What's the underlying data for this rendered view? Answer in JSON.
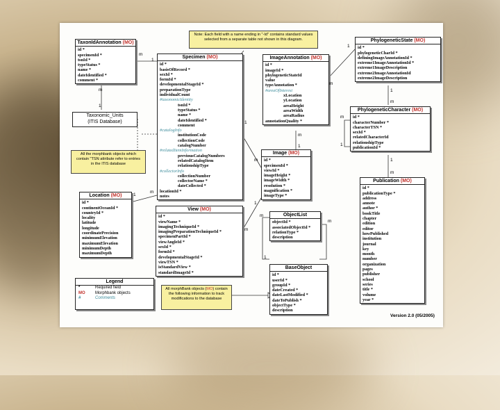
{
  "note_top": "Note: Each field with a name ending in \"-Id\" contains standard values selected from a separate table not shown in this diagram.",
  "note_left": "All the morphbank objects which contain \"TSN attribute refer to entries in the ITIS database",
  "note_bottom_pre": "All morphBank objects (",
  "note_bottom_mo": "MO",
  "note_bottom_post": ") contain the following information to track modifications to the database",
  "version": "Version 2.0 (05/2005)",
  "legend": {
    "title": "Legend",
    "items": [
      {
        "key": "*",
        "label": "Required field"
      },
      {
        "key": "MO",
        "label": "Morphbank objects"
      },
      {
        "key": "#",
        "label": "Comments"
      }
    ]
  },
  "itis": {
    "line1": "Taxonomic_Units",
    "line2": "(ITIS Database)"
  },
  "entities": {
    "taxonid": {
      "name": "TaxonIdAnnotation",
      "mo": "(MO)",
      "rows": [
        "id *",
        "specimenId *",
        "tsnId *",
        "typeStatus *",
        "name *",
        "dateIdentified *",
        "comment *"
      ]
    },
    "specimen": {
      "name": "Specimen",
      "mo": "(MO)",
      "rows": [
        {
          "t": "id *"
        },
        {
          "t": "basisOfRecord *"
        },
        {
          "t": "sexId *"
        },
        {
          "t": "formId *"
        },
        {
          "t": "developmentalStageId *"
        },
        {
          "t": "preparationType"
        },
        {
          "t": "individualCount"
        },
        {
          "t": "#taxonomicIdentity",
          "c": 1
        },
        {
          "t": "tsnId *",
          "i": 1
        },
        {
          "t": "typeStatus *",
          "i": 1
        },
        {
          "t": "name *",
          "i": 1
        },
        {
          "t": "dateIdentified *",
          "i": 1
        },
        {
          "t": "comment",
          "i": 1
        },
        {
          "t": "#catalogInfo",
          "c": 1
        },
        {
          "t": "institutionCode",
          "i": 1
        },
        {
          "t": "collectionCode",
          "i": 1
        },
        {
          "t": "catalogNumber",
          "i": 1
        },
        {
          "t": "#relatedItemInformation",
          "c": 1
        },
        {
          "t": "previousCatalogNumbers",
          "i": 1
        },
        {
          "t": "relatedCatalogItem",
          "i": 1
        },
        {
          "t": "relationshipType",
          "i": 1
        },
        {
          "t": "#collectorInfo",
          "c": 1
        },
        {
          "t": "collectionNumber",
          "i": 1
        },
        {
          "t": "collectorName *",
          "i": 1
        },
        {
          "t": "dateCollected *",
          "i": 1
        },
        {
          "t": "locationId *"
        },
        {
          "t": "notes"
        }
      ]
    },
    "imgann": {
      "name": "ImageAnnotation",
      "mo": "(MO)",
      "rows": [
        {
          "t": "id *"
        },
        {
          "t": "imageId *"
        },
        {
          "t": "phylogeneticStateId"
        },
        {
          "t": "value"
        },
        {
          "t": "typeAnnotation *"
        },
        {
          "t": "#areaOfInterest",
          "c": 1
        },
        {
          "t": "xLocation",
          "i": 1
        },
        {
          "t": "yLocation",
          "i": 1
        },
        {
          "t": "areaHeight",
          "i": 1
        },
        {
          "t": "areaWidth",
          "i": 1
        },
        {
          "t": "areaRadius",
          "i": 1
        },
        {
          "t": "annotationQuality *"
        }
      ]
    },
    "phylostate": {
      "name": "PhylogeneticState",
      "mo": "(MO)",
      "rows": [
        "id *",
        "phylogeneticCharId *",
        "definingImageAnnotationId *",
        "extreme1ImageAnnotationId *",
        "extreme1ImageDescription",
        "extreme2ImageAnnotationId",
        "extreme2ImageDescription"
      ]
    },
    "phylochar": {
      "name": "PhylogeneticCharacter",
      "mo": "(MO)",
      "rows": [
        "id *",
        "characterNumber *",
        "characterTSN *",
        "sexId *",
        "relatedCharacterId",
        "relationshipType",
        "publicationId *"
      ]
    },
    "image": {
      "name": "Image",
      "mo": "(MO)",
      "rows": [
        "id *",
        "specimenId *",
        "viewId *",
        "imageHeight *",
        "imageWidth *",
        "resolution *",
        "magnification *",
        "imageType *"
      ]
    },
    "location": {
      "name": "Location",
      "mo": "(MO)",
      "rows": [
        "id *",
        "continentOceanId *",
        "countryId *",
        "locality",
        "latitude",
        "longitude",
        "coordinatePrecision",
        "minimumElevation",
        "maximumElevation",
        "minimumDepth",
        "maximumDepth"
      ]
    },
    "view": {
      "name": "View",
      "mo": "(MO)",
      "rows": [
        "id *",
        "viewName *",
        "imagingTechniqueId *",
        "imagingPreparationTechniqueId *",
        "specimenPartId *",
        "viewAngleId *",
        "sexId *",
        "formId *",
        "developmentalStageId *",
        "viewTSN *",
        "isStandardView *",
        "standardImageId *"
      ]
    },
    "objlist": {
      "name": "ObjectList",
      "mo": "",
      "rows": [
        "objectId *",
        "associatedObjectId *",
        "relationType *",
        "description"
      ]
    },
    "baseobj": {
      "name": "BaseObject",
      "mo": "",
      "rows": [
        "id *",
        "userId *",
        "groupId *",
        "dateCreated *",
        "dateLastModified *",
        "dateToPublish *",
        "objectType *",
        "description"
      ]
    },
    "publication": {
      "name": "Publication",
      "mo": "(MO)",
      "rows": [
        "id *",
        "publicationType *",
        "address",
        "annote",
        "author *",
        "bookTitle",
        "chapter",
        "edition",
        "editor",
        "howPublished",
        "institution",
        "journal",
        "key",
        "month",
        "number",
        "organization",
        "pages",
        "publisher",
        "school",
        "series",
        "title *",
        "volume",
        "year *"
      ]
    }
  },
  "multiplicities": [
    "m",
    "1",
    "m",
    "1",
    "1",
    "m",
    "1",
    "m",
    "m",
    "1",
    "1",
    "m",
    "1",
    "m",
    "1",
    "m",
    "m",
    "1",
    "m",
    "1",
    "1",
    "m",
    "m"
  ]
}
